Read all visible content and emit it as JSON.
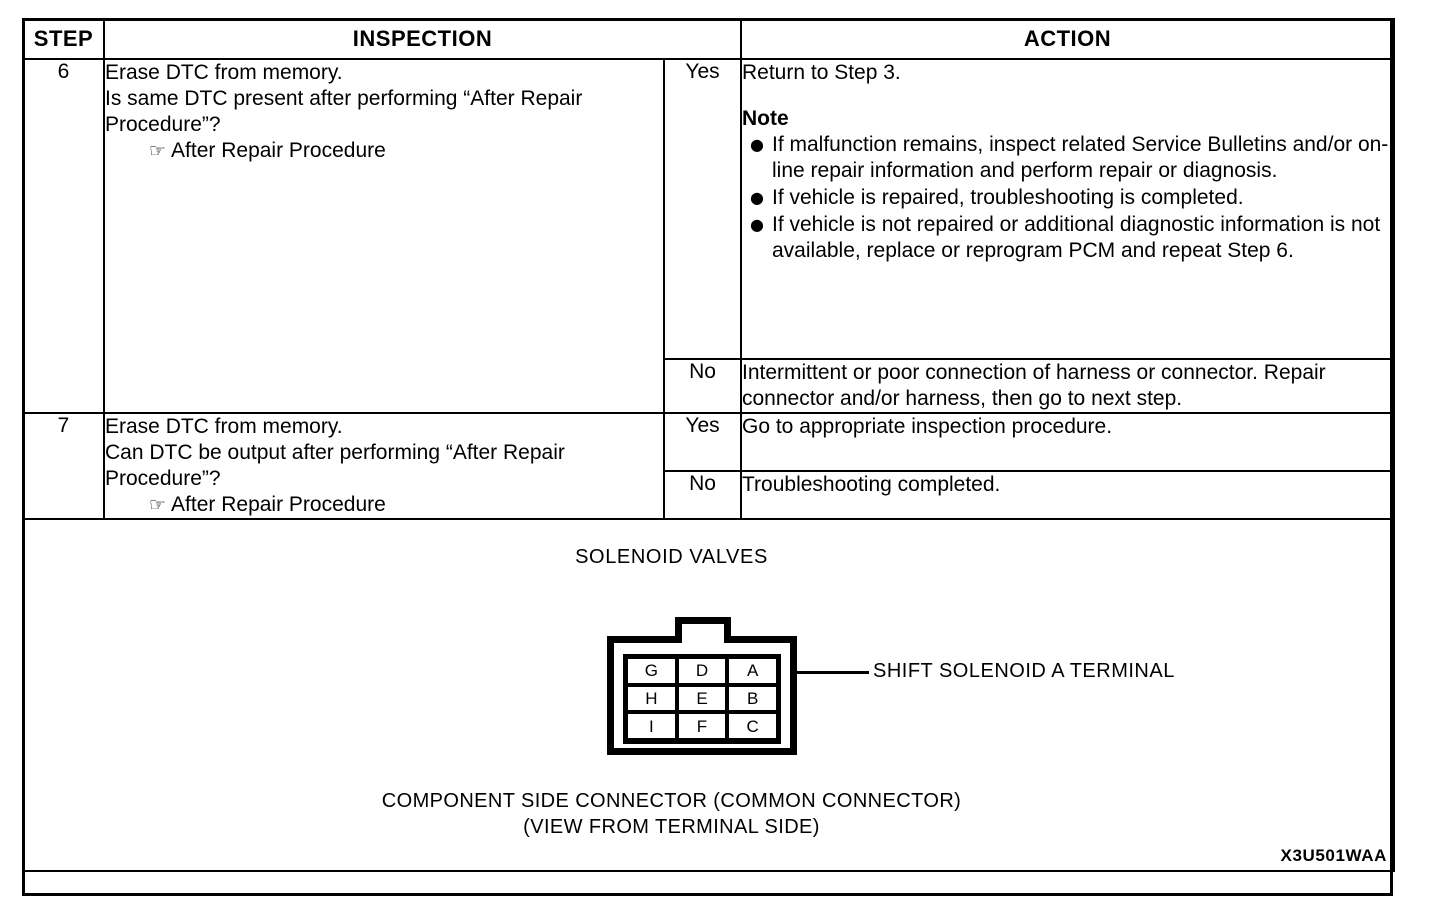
{
  "table": {
    "headers": {
      "step": "STEP",
      "inspection": "INSPECTION",
      "action": "ACTION"
    },
    "rows": [
      {
        "step": "6",
        "inspection": {
          "line1": "Erase DTC from memory.",
          "line2": "Is same DTC present after performing “After Repair Procedure”?",
          "reference": "After Repair Procedure",
          "reference_icon": "pointing-hand-icon"
        },
        "branches": [
          {
            "answer": "Yes",
            "action_lead": "Return to Step 3.",
            "note_title": "Note",
            "note_items": [
              "If malfunction remains, inspect related Service Bulletins and/or on-line repair information and perform repair or diagnosis.",
              "If vehicle is repaired, troubleshooting is completed.",
              "If vehicle is not repaired or additional diagnostic information is not available, replace or reprogram PCM and repeat Step 6."
            ]
          },
          {
            "answer": "No",
            "action_lead": "Intermittent or poor connection of harness or connector. Repair connector and/or harness, then go to next step.",
            "note_title": "",
            "note_items": []
          }
        ]
      },
      {
        "step": "7",
        "inspection": {
          "line1": "Erase DTC from memory.",
          "line2": "Can DTC be output after performing “After Repair Procedure”?",
          "reference": "After Repair Procedure",
          "reference_icon": "pointing-hand-icon"
        },
        "branches": [
          {
            "answer": "Yes",
            "action_lead": "Go to appropriate inspection procedure.",
            "note_title": "",
            "note_items": []
          },
          {
            "answer": "No",
            "action_lead": "Troubleshooting completed.",
            "note_title": "",
            "note_items": []
          }
        ]
      }
    ]
  },
  "diagram": {
    "title": "SOLENOID VALVES",
    "terminals": [
      "G",
      "D",
      "A",
      "H",
      "E",
      "B",
      "I",
      "F",
      "C"
    ],
    "callout_label": "SHIFT SOLENOID A TERMINAL",
    "caption_line1": "COMPONENT SIDE CONNECTOR (COMMON CONNECTOR)",
    "caption_line2": "(VIEW FROM TERMINAL SIDE)",
    "figure_code": "X3U501WAA"
  },
  "glyphs": {
    "pointing_hand": "☞",
    "bullet": "●"
  }
}
